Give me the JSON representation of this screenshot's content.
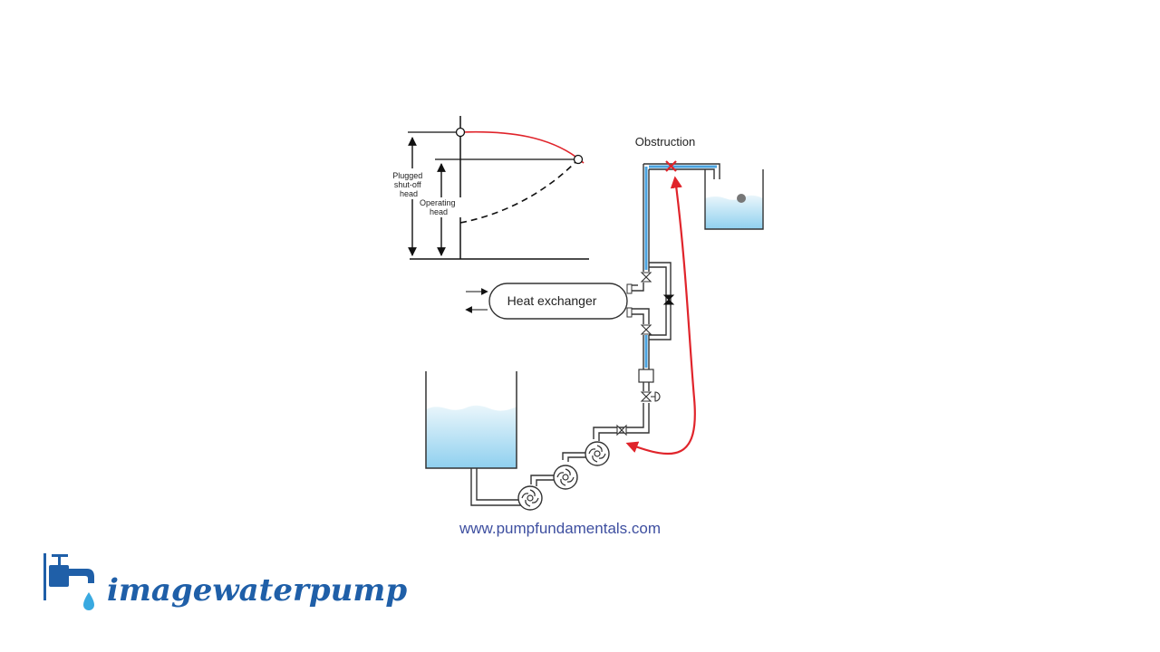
{
  "labels": {
    "plugged": [
      "Plugged",
      "shut-off",
      "head"
    ],
    "operating": [
      "Operating",
      "head"
    ],
    "obstruction": "Obstruction",
    "heat_exchanger": "Heat exchanger",
    "website": "www.pumpfundamentals.com"
  },
  "logo": {
    "text": "imagewaterpump",
    "icon": "faucet-drop-icon"
  },
  "colors": {
    "curve_red": "#e0242b",
    "water_top": "#eaf6fb",
    "water_bottom": "#8fd0ef",
    "pipe_water": "#4aa3df",
    "logo_blue": "#1f5fa8",
    "drop_blue": "#39a9e0",
    "url_blue": "#3e4fa0"
  }
}
